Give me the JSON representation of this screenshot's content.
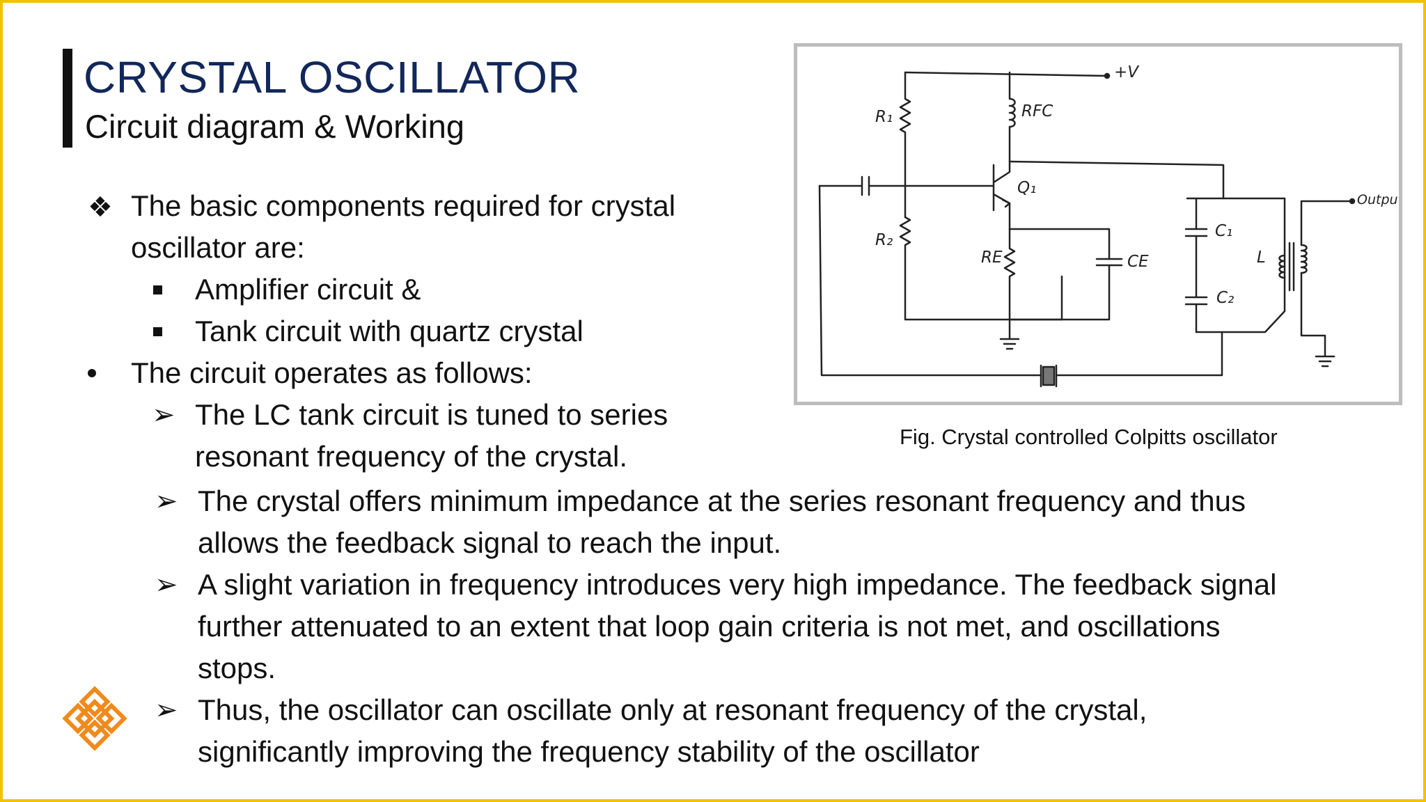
{
  "slide": {
    "title": "CRYSTAL OSCILLATOR",
    "subtitle": "Circuit diagram & Working",
    "intro_lines": [
      "The basic components required for crystal",
      "oscillator are:"
    ],
    "components": [
      "Amplifier circuit &",
      "Tank circuit with quartz crystal"
    ],
    "operation_heading": "The circuit operates as follows:",
    "points": [
      [
        "The LC tank circuit is tuned to series",
        "resonant frequency of the crystal."
      ],
      [
        "The crystal offers minimum impedance at the series resonant frequency and thus",
        "allows the feedback signal to reach the input."
      ],
      [
        "A slight variation in frequency introduces very high impedance. The feedback signal",
        "further attenuated to an extent that loop gain criteria is not met, and oscillations",
        "stops."
      ],
      [
        "Thus, the oscillator can oscillate only at resonant frequency of the crystal,",
        "significantly improving the frequency stability of the oscillator"
      ]
    ]
  },
  "figure": {
    "caption": "Fig. Crystal controlled Colpitts oscillator",
    "labels": {
      "supply": "+V",
      "r1": "R₁",
      "r2": "R₂",
      "rfc": "RFC",
      "q1": "Q₁",
      "re": "RE",
      "ce": "CE",
      "c1": "C₁",
      "c2": "C₂",
      "l": "L",
      "output": "Output"
    }
  },
  "icons": {
    "intro_bullet": "diamond-cluster-icon",
    "heading_bullet": "round-bullet-icon",
    "point_bullet": "arrowhead-icon",
    "logo": "endless-knot-logo-icon"
  },
  "colors": {
    "title": "#12275a",
    "border": "#f2c200",
    "logo": "#f08a1c"
  }
}
